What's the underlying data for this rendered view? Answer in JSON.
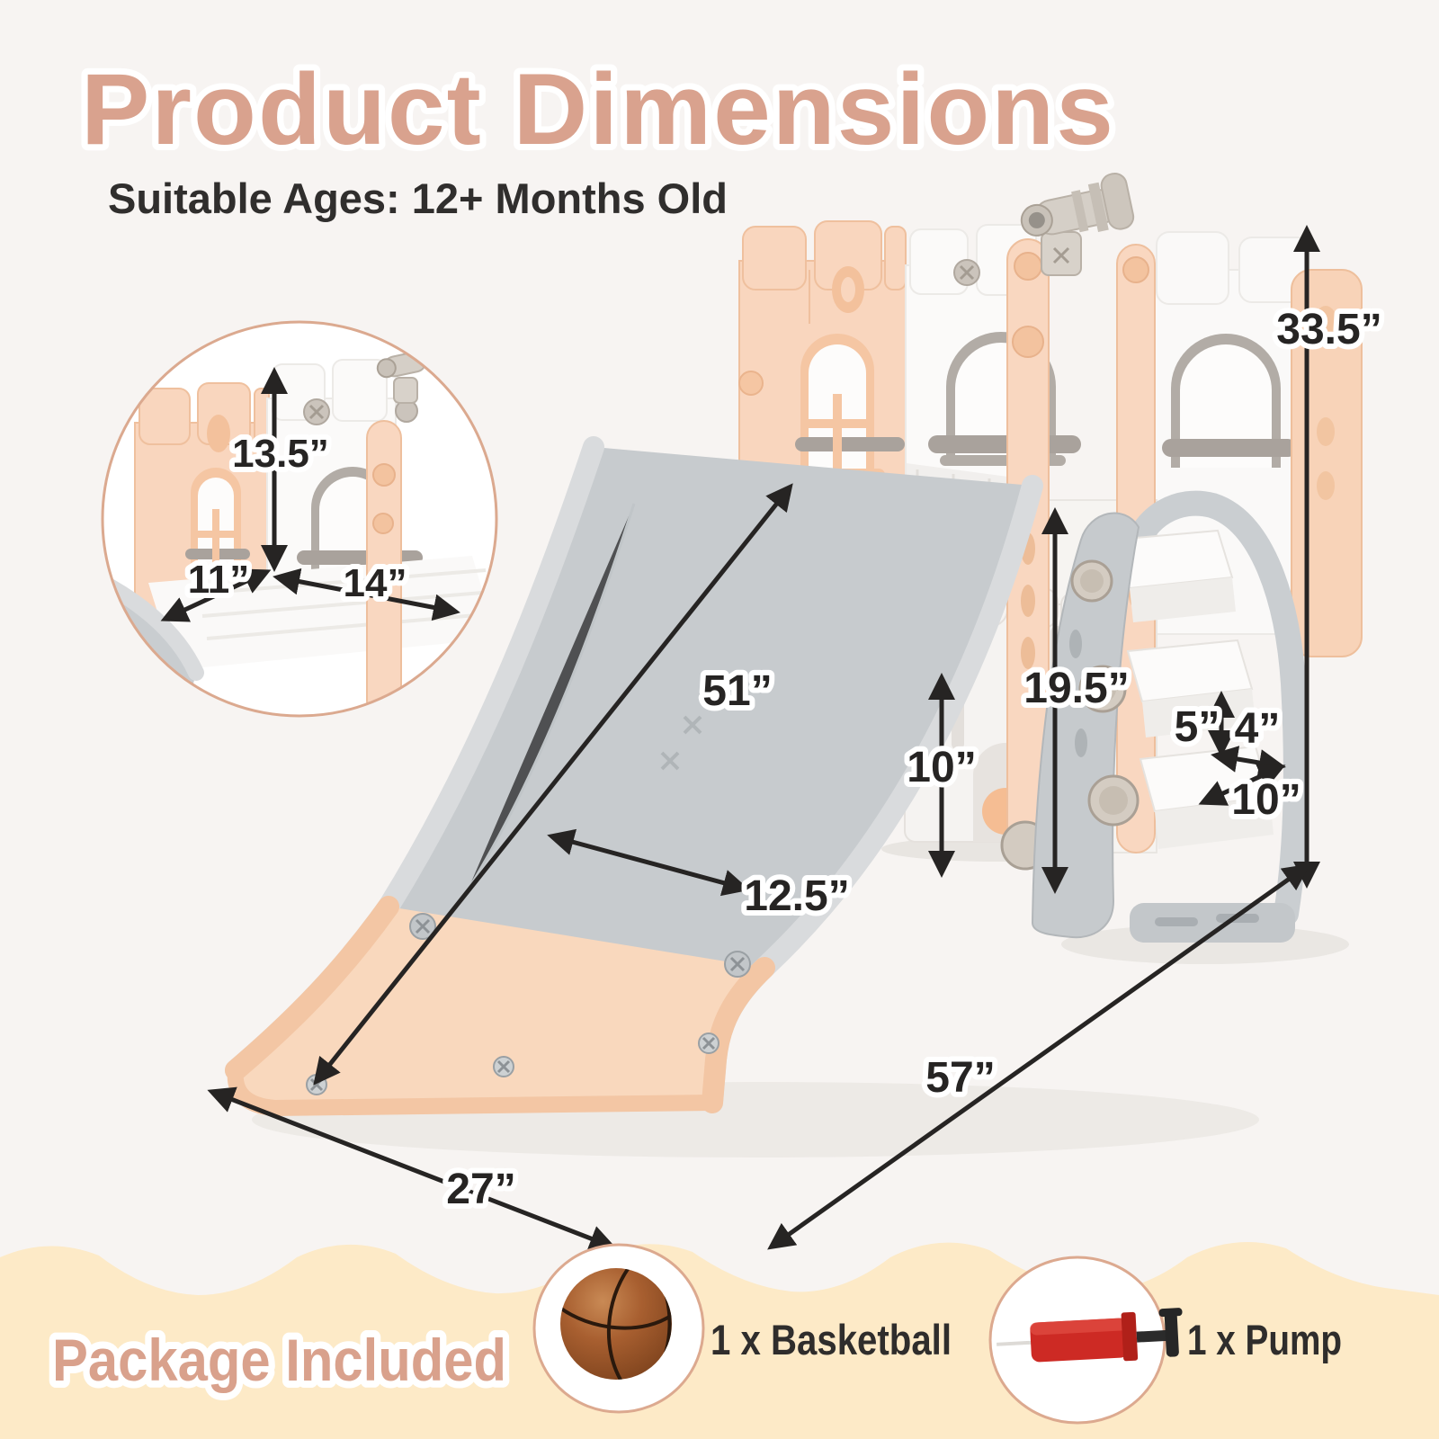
{
  "header": {
    "title": "Product Dimensions",
    "subtitle": "Suitable Ages: 12+ Months Old"
  },
  "dimensions": {
    "overall_height": "33.5”",
    "slide_length": "51”",
    "slide_width": "12.5”",
    "fence_height": "10”",
    "ladder_height": "19.5”",
    "step_rise": "5”",
    "step_depth": "4”",
    "step_width": "10”",
    "overall_length": "57”",
    "overall_width": "27”",
    "inset": {
      "wall_height": "13.5”",
      "platform_depth": "11”",
      "platform_width": "14”"
    }
  },
  "package": {
    "heading": "Package Included",
    "items": [
      {
        "label": "1 x Basketball",
        "icon": "basketball-icon"
      },
      {
        "label": "1 x Pump",
        "icon": "pump-icon"
      }
    ]
  },
  "colors": {
    "accent_salmon": "#d9a28e",
    "cream_band": "#fdeac7",
    "arrow_black": "#262423",
    "peach_plastic": "#f9d6be",
    "slide_gray": "#c7cbce",
    "basketball_brown": "#9c5227",
    "pump_red": "#cd2a24"
  }
}
